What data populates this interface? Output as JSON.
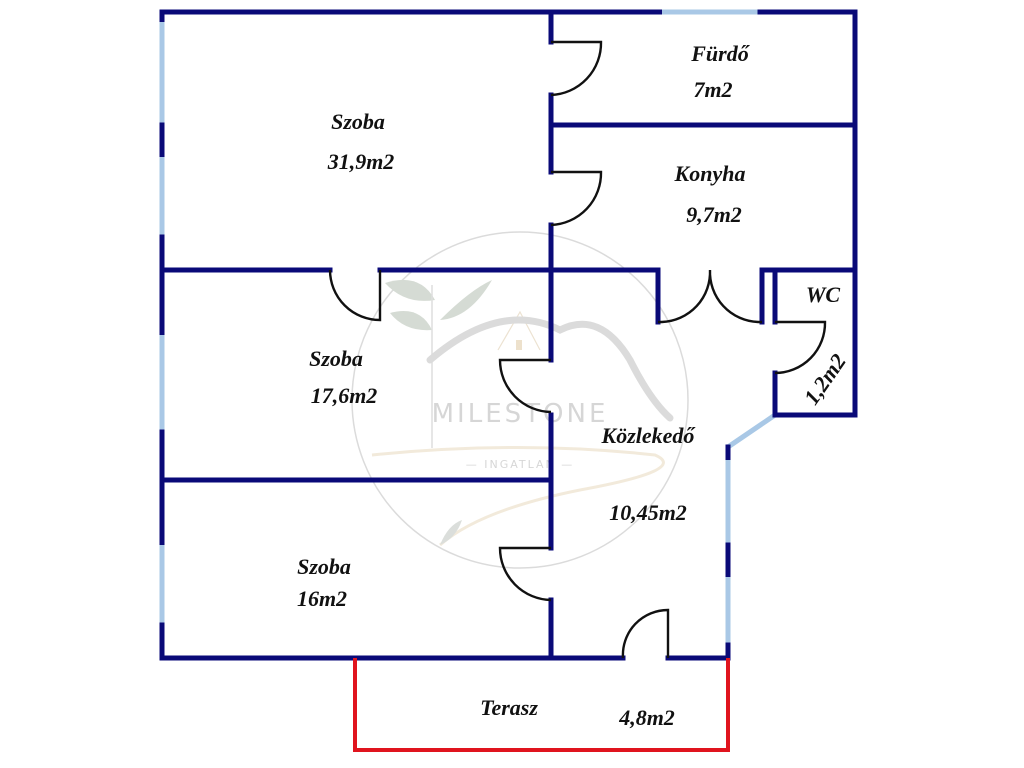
{
  "plan": {
    "title": "Floor plan",
    "rooms": [
      {
        "id": "szoba-1",
        "name": "Szoba",
        "area": "31,9m2"
      },
      {
        "id": "furdo",
        "name": "Fürdő",
        "area": "7m2"
      },
      {
        "id": "konyha",
        "name": "Konyha",
        "area": "9,7m2"
      },
      {
        "id": "wc",
        "name": "WC",
        "area": "1,2m2"
      },
      {
        "id": "szoba-2",
        "name": "Szoba",
        "area": "17,6m2"
      },
      {
        "id": "kozlekedo",
        "name": "Közlekedő",
        "area": "10,45m2"
      },
      {
        "id": "szoba-3",
        "name": "Szoba",
        "area": "16m2"
      },
      {
        "id": "terasz",
        "name": "Terasz",
        "area": "4,8m2"
      }
    ],
    "colors": {
      "wall": "#0a0a78",
      "window": "#a9c8e6",
      "terrace": "#e0141e",
      "door": "#111111"
    }
  },
  "watermark": {
    "brand": "MILESTONE",
    "subtitle": "— INGATLAN —"
  }
}
